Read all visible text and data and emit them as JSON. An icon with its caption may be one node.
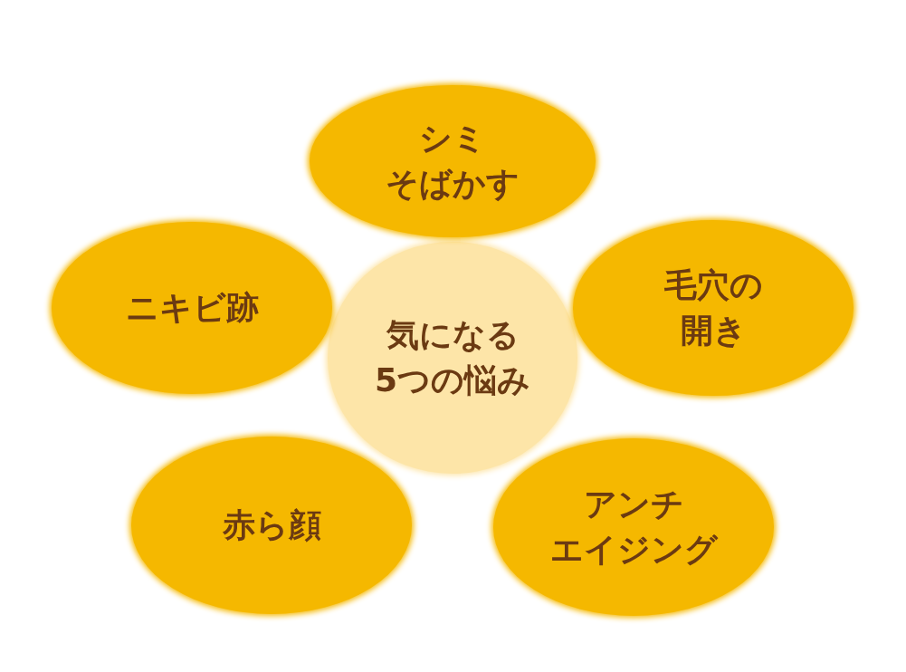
{
  "diagram": {
    "nodes": [
      {
        "text": [
          "シミそばかす"
        ]
      },
      {
        "text": [
          "ニキビ跡"
        ]
      },
      {
        "text": [
          "気になる5つの悩み"
        ]
      },
      {
        "text": [
          "毛穴の開き"
        ]
      },
      {
        "text": [
          "赤ら顔"
        ]
      },
      {
        "text": [
          "アンチエイジング"
        ]
      }
    ]
  }
}
